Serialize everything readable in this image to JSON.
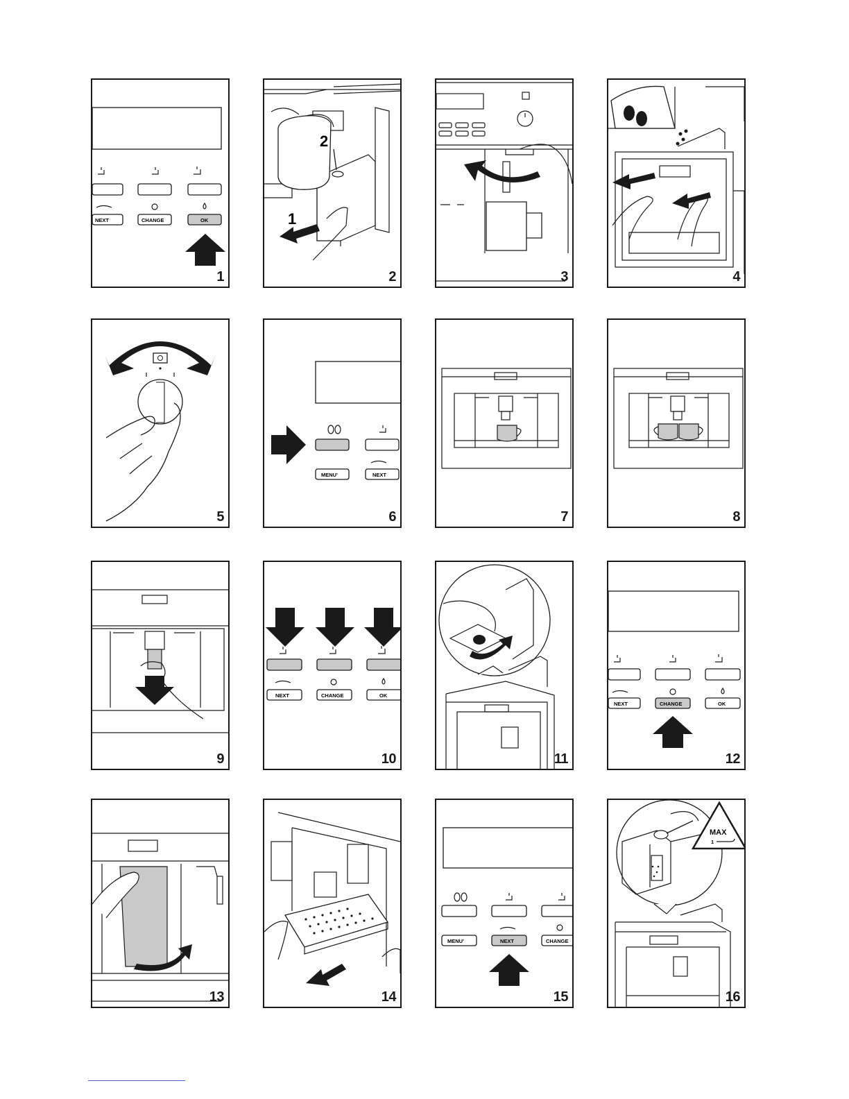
{
  "panels": [
    {
      "num": "1"
    },
    {
      "num": "2"
    },
    {
      "num": "3"
    },
    {
      "num": "4"
    },
    {
      "num": "5"
    },
    {
      "num": "6"
    },
    {
      "num": "7"
    },
    {
      "num": "8"
    },
    {
      "num": "9"
    },
    {
      "num": "10"
    },
    {
      "num": "11"
    },
    {
      "num": "12"
    },
    {
      "num": "13"
    },
    {
      "num": "14"
    },
    {
      "num": "15"
    },
    {
      "num": "16"
    }
  ],
  "buttons": {
    "next": "NEXT",
    "change": "CHANGE",
    "ok": "OK",
    "menu": "MENU'"
  },
  "callouts": {
    "step_one": "1",
    "step_two": "2",
    "max": "MAX",
    "max_qty": "1"
  },
  "colors": {
    "line": "#1a1a1a",
    "highlight": "#c9c9c9",
    "footer_rule": "#4a5fc4"
  }
}
